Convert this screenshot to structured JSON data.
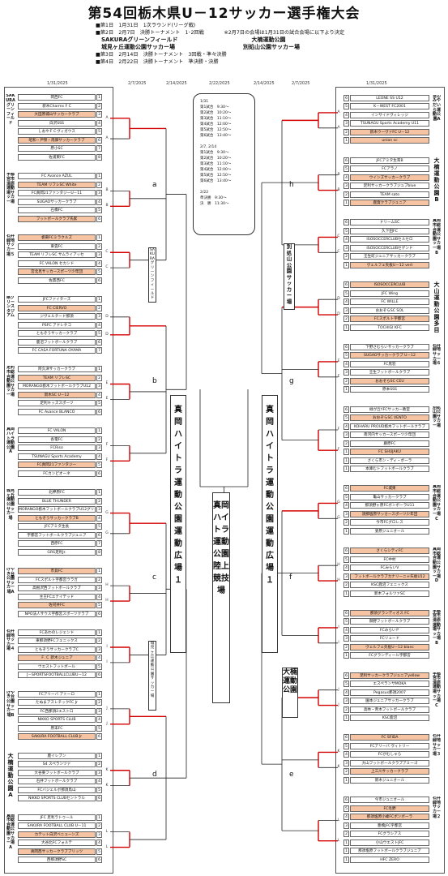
{
  "title": "第54回栃木県U－12サッカー選手権大会",
  "schedule": [
    "■第1日　1月31日　1次ラウンド(リーグ戦)",
    "■第2日　2月7日　決勝トーナメント　1･2回戦　　　　※2月7日の会場は1月31日の試合会場に以下より決定",
    "　SAKURAグリーンフィールド　　　　　　　　　　　　　大楠運動公園",
    "　城見ヶ丘運動公園サッカー場　　　　　　　　　　　　別処山公園サッカー場",
    "■第3日　2月14日　決勝トーナメント　3回戦・準々決勝",
    "■第4日　2月22日　決勝トーナメント　準決勝・決勝"
  ],
  "dates": {
    "jan31": "1/31/2025",
    "feb7": "2/7/2025",
    "feb14": "2/14/2025",
    "feb22": "2/22/2025"
  },
  "time_panel": [
    "1/31",
    "第1試合　9:30〜",
    "第2試合　10:20〜",
    "第3試合　11:10〜",
    "第4試合　12:00〜",
    "第5試合　12:50〜",
    "第6試合　13:40〜",
    "",
    "2/7, 2/14",
    "第1試合　9:30〜",
    "第2試合　10:20〜",
    "第3試合　11:10〜",
    "第4試合　12:00〜",
    "第5試合　12:50〜",
    "第6試合　13:40〜",
    "",
    "2/22",
    "準決勝　9:30〜",
    "決　勝　11:30〜"
  ],
  "big_venue": {
    "left": "真岡ハイトラ運動公園運動広場１",
    "right": "真岡ハイトラ運動公園運動広場１",
    "center": "真岡ハイトラ運動公園陸上競技場"
  },
  "mid_venues": {
    "sakura": "SAKURAグリーンフィールド",
    "shiromi": "城見ヶ丘運動公園サッカー場",
    "bessho": "別処山公園サッカー場",
    "okusu": "大楠運動公園"
  },
  "block_letters": {
    "a": "a",
    "b": "b",
    "c": "c",
    "d": "d",
    "e": "e",
    "f": "f",
    "g": "g",
    "h": "h"
  },
  "left_groups": [
    {
      "venue": "SAKURAグリーンフィールド",
      "teams": [
        {
          "name": "岡西FC",
          "no": "1",
          "hl": false
        },
        {
          "name": "新木Charms F C",
          "no": "2",
          "hl": false
        },
        {
          "name": "大田原城山サッカークラブ",
          "no": "3",
          "hl": true
        },
        {
          "name": "白沢SSS",
          "no": "4",
          "hl": false
        },
        {
          "name": "しおやＦＣヴィガウス",
          "no": "5",
          "hl": false
        },
        {
          "name": "昭和・戸祭・南摩サッカークラブ",
          "no": "6",
          "hl": true
        },
        {
          "name": "原小SC",
          "no": "7",
          "hl": false
        },
        {
          "name": "佐浦東FC",
          "no": "8",
          "hl": false
        }
      ]
    },
    {
      "venue": "宇都宮市清原運動場サッカー場",
      "teams": [
        {
          "name": "FC Avance AZUL",
          "no": "1",
          "hl": false
        },
        {
          "name": "TEAM リフレSC White",
          "no": "2",
          "hl": true
        },
        {
          "name": "FC真岡21ファンタジーU－11",
          "no": "3",
          "hl": false
        },
        {
          "name": "SUGAOサッカークラブ",
          "no": "4",
          "hl": false
        },
        {
          "name": "石橋FC",
          "no": "5",
          "hl": false
        },
        {
          "name": "フットボールクラブ氏家",
          "no": "6",
          "hl": true
        }
      ]
    },
    {
      "venue": "石井緑地サッカー場５",
      "teams": [
        {
          "name": "栃東FCミラクルズ",
          "no": "1",
          "hl": true
        },
        {
          "name": "東雲FC",
          "no": "2",
          "hl": false
        },
        {
          "name": "TEAM リフレSC サムライアッセ",
          "no": "3",
          "hl": false
        },
        {
          "name": "FC VALON セカンド",
          "no": "4",
          "hl": false
        },
        {
          "name": "宮北見サッカースポーツ少年団",
          "no": "5",
          "hl": true
        },
        {
          "name": "佐貫西FC",
          "no": "6",
          "hl": false
        }
      ]
    },
    {
      "venue": "県グリーンスタジアム",
      "teams": [
        {
          "name": "JFCファイターズ",
          "no": "1",
          "hl": false
        },
        {
          "name": "FC CIERVO",
          "no": "2",
          "hl": true
        },
        {
          "name": "ジヴェルチード那須",
          "no": "3",
          "hl": false
        },
        {
          "name": "PSFC アドレチコ",
          "no": "4",
          "hl": false
        },
        {
          "name": "ともぞうサッカークラブ",
          "no": "5",
          "hl": false
        },
        {
          "name": "鹿沼フットボールクラブ",
          "no": "6",
          "hl": false
        },
        {
          "name": "FC CASA FORTUNA OYAMA",
          "no": "7",
          "hl": false
        }
      ]
    },
    {
      "venue": "足利市総合運動公園サッカー場",
      "teams": [
        {
          "name": "阿久津サッカークラブ",
          "no": "1",
          "hl": false
        },
        {
          "name": "TEAM リフレSC",
          "no": "2",
          "hl": true
        },
        {
          "name": "MORANGO栃木フットボールクラブU12",
          "no": "3",
          "hl": false
        },
        {
          "name": "新木SC U－12",
          "no": "4",
          "hl": true
        },
        {
          "name": "足利キッズスポーツ",
          "no": "5",
          "hl": false
        },
        {
          "name": "FC Avance BLANCO",
          "no": "6",
          "hl": false
        }
      ]
    },
    {
      "venue": "真岡ハイトラ運動公園A",
      "teams": [
        {
          "name": "FC VALON",
          "no": "1",
          "hl": false
        },
        {
          "name": "各電FC",
          "no": "2",
          "hl": false
        },
        {
          "name": "FCRiso",
          "no": "3",
          "hl": false
        },
        {
          "name": "TSUNAGU Sports Academy",
          "no": "4",
          "hl": false
        },
        {
          "name": "FC真岡21ファンタジー",
          "no": "5",
          "hl": true
        },
        {
          "name": "FCカンピオーネ",
          "no": "6",
          "hl": false
        }
      ]
    },
    {
      "venue": "城見ヶ丘運動公園サッカー場",
      "teams": [
        {
          "name": "北押原FC",
          "no": "1",
          "hl": false
        },
        {
          "name": "BLUE THUNDER",
          "no": "2",
          "hl": false
        },
        {
          "name": "MORANGO栃木フットボールクラブU12グリーン",
          "no": "3",
          "hl": false
        },
        {
          "name": "ともぞうサッカークラブB",
          "no": "4",
          "hl": true
        },
        {
          "name": "JFCアミタ生長",
          "no": "5",
          "hl": false
        },
        {
          "name": "宇都宮フットボールクラブジュニア",
          "no": "6",
          "hl": false
        },
        {
          "name": "西原FC",
          "no": "7",
          "hl": false
        },
        {
          "name": "GRS足利Jr.",
          "no": "8",
          "hl": false
        }
      ]
    },
    {
      "venue": "けやき台公園サッカー場A",
      "teams": [
        {
          "name": "市貝FC",
          "no": "1",
          "hl": true
        },
        {
          "name": "FCスポルト宇都宮ウラガ",
          "no": "2",
          "hl": false
        },
        {
          "name": "高根沢西フットボールクラブ",
          "no": "3",
          "hl": false
        },
        {
          "name": "主王FCエナイテッド",
          "no": "4",
          "hl": false
        },
        {
          "name": "佐司井FC",
          "no": "5",
          "hl": true
        },
        {
          "name": "NPO法人サウス宇都宮スポーツクラブ",
          "no": "6",
          "hl": false
        }
      ]
    },
    {
      "venue": "石井緑地サッカー場４",
      "teams": [
        {
          "name": "FCあわのレジェンド",
          "no": "1",
          "hl": false
        },
        {
          "name": "東那須野FCフェニックス",
          "no": "2",
          "hl": false
        },
        {
          "name": "ともぞうサッカークラブC",
          "no": "3",
          "hl": false
        },
        {
          "name": "Ｆ.Ｃ 新木ジュニア",
          "no": "4",
          "hl": true
        },
        {
          "name": "ウエストフットボール",
          "no": "5",
          "hl": false
        },
        {
          "name": "J－SPORTSFOOTBALLCLUBU－12",
          "no": "6",
          "hl": false
        }
      ]
    },
    {
      "venue": "けやき台公園サッカー場B",
      "teams": [
        {
          "name": "FCアリーバ アトーロ",
          "no": "1",
          "hl": false
        },
        {
          "name": "たぬまアスレチックFC Jr",
          "no": "2",
          "hl": false
        },
        {
          "name": "FC西那須2エストロ",
          "no": "3",
          "hl": false
        },
        {
          "name": "NIKKO SPORTS CLUB",
          "no": "4",
          "hl": false
        },
        {
          "name": "原末FC",
          "no": "5",
          "hl": false
        },
        {
          "name": "SAKURA FOOTBALL CLUB Jr",
          "no": "6",
          "hl": true
        }
      ]
    },
    {
      "venue": "大楠運動公園A",
      "teams": [
        {
          "name": "鹿イレブン",
          "no": "1",
          "hl": false
        },
        {
          "name": "S4 スペランツァ",
          "no": "2",
          "hl": false
        },
        {
          "name": "大谷東フットボールクラブ",
          "no": "3",
          "hl": false
        },
        {
          "name": "石井フットボールクラブ",
          "no": "4",
          "hl": false
        },
        {
          "name": "FCバジェルボ那須鳥山",
          "no": "5",
          "hl": false
        },
        {
          "name": "NIKKO SPORTS CLUBセントラル",
          "no": "6",
          "hl": false
        }
      ]
    },
    {
      "venue": "真岡市総合運動公園サッカー場A",
      "teams": [
        {
          "name": "JFC 足利ラトゥール",
          "no": "1",
          "hl": false
        },
        {
          "name": "SAKURA FOOTBALL CLUB U－11",
          "no": "2",
          "hl": false
        },
        {
          "name": "カテット白沢ベニューンズ",
          "no": "3",
          "hl": true
        },
        {
          "name": "大谷北FCフォルテ",
          "no": "4",
          "hl": false
        },
        {
          "name": "真岡西サッカークラブブリッツ",
          "no": "5",
          "hl": true
        },
        {
          "name": "西那須野SC",
          "no": "6",
          "hl": false
        }
      ]
    }
  ],
  "right_groups": [
    {
      "venue": "宮のみやだいら運動公園A",
      "teams": [
        {
          "name": "LEONE SS U12",
          "no": "6",
          "hl": false
        },
        {
          "name": "K－WEST FC2001",
          "no": "5",
          "hl": false
        },
        {
          "name": "インサイドヴィレッジ",
          "no": "4",
          "hl": false
        },
        {
          "name": "TSUNAGU Sports Academy U11",
          "no": "3",
          "hl": false
        },
        {
          "name": "新木ウーヴァFC U－12",
          "no": "2",
          "hl": true
        },
        {
          "name": "union sc",
          "no": "1",
          "hl": true
        }
      ]
    },
    {
      "venue": "大楠運動公園B",
      "teams": [
        {
          "name": "JFCアミタ生育B",
          "no": "6",
          "hl": false
        },
        {
          "name": "FCアラノ",
          "no": "5",
          "hl": false
        },
        {
          "name": "ウインズサッカークラブ",
          "no": "4",
          "hl": true
        },
        {
          "name": "足利サッカークラブジュブblue",
          "no": "3",
          "hl": false
        },
        {
          "name": "TEAM sato",
          "no": "2",
          "hl": false
        },
        {
          "name": "鹿賀クラブジュニア",
          "no": "1",
          "hl": true
        }
      ]
    },
    {
      "venue": "真岡市総合運動公園サッカー場B",
      "teams": [
        {
          "name": "ドリームSC",
          "no": "6",
          "hl": false
        },
        {
          "name": "久下田FC",
          "no": "5",
          "hl": false
        },
        {
          "name": "ISOSOCCERCLUBセルセロ",
          "no": "4",
          "hl": false
        },
        {
          "name": "ISOSOCCERCLUBセゲンド",
          "no": "3",
          "hl": false
        },
        {
          "name": "壬生町ジュニアサッカークラブ",
          "no": "2",
          "hl": false
        },
        {
          "name": "ヴェルフェ矢板U－12 vert",
          "no": "1",
          "hl": true
        }
      ]
    },
    {
      "venue": "大山運動公園多目的",
      "teams": [
        {
          "name": "ISOSOCCERCLUB",
          "no": "6",
          "hl": true
        },
        {
          "name": "JFC Wing",
          "no": "5",
          "hl": false
        },
        {
          "name": "FC WILLE",
          "no": "4",
          "hl": false
        },
        {
          "name": "おおぞらSC SOL",
          "no": "3",
          "hl": false
        },
        {
          "name": "FCスポルト宇都宮",
          "no": "2",
          "hl": true
        },
        {
          "name": "TOCHIGI KFC",
          "no": "1",
          "hl": false
        }
      ]
    },
    {
      "venue": "石井緑地サッカー場６",
      "teams": [
        {
          "name": "下野さむらいサッカークラブ",
          "no": "6",
          "hl": false
        },
        {
          "name": "SUGAOサッカークラブ U－12",
          "no": "5",
          "hl": true
        },
        {
          "name": "FC黒羽",
          "no": "4",
          "hl": false
        },
        {
          "name": "壬生フットボールクラブ",
          "no": "3",
          "hl": false
        },
        {
          "name": "おおぞらSC CEU",
          "no": "2",
          "hl": true
        },
        {
          "name": "原本SSS",
          "no": "1",
          "hl": false
        }
      ]
    },
    {
      "venue": "別処山公園サッカー場",
      "teams": [
        {
          "name": "緑が丘YFCサッカー教室",
          "no": "6",
          "hl": false
        },
        {
          "name": "おおぞらSC VENTO",
          "no": "5",
          "hl": true
        },
        {
          "name": "KOHARU PROUD栃木フットボールクラブ",
          "no": "4",
          "hl": false
        },
        {
          "name": "南河内サッカースポーツ少年団",
          "no": "3",
          "hl": false
        },
        {
          "name": "藤原FC",
          "no": "2",
          "hl": false
        },
        {
          "name": "FC SHUJAKU",
          "no": "1",
          "hl": true
        },
        {
          "name": "さくら市ン・ディ・ボーラ",
          "no": "1",
          "hl": false
        },
        {
          "name": "本庫むトフットボールクラブ",
          "no": "1",
          "hl": false
        }
      ]
    },
    {
      "venue": "真岡市総合運動公園サッカー場C",
      "teams": [
        {
          "name": "FC城東",
          "no": "6",
          "hl": true
        },
        {
          "name": "亀山サッカークラブ",
          "no": "5",
          "hl": false
        },
        {
          "name": "那須野ヶ原FCボンボーラU11",
          "no": "4",
          "hl": false
        },
        {
          "name": "須那塩原サッカースポーツ少年団",
          "no": "3",
          "hl": true
        },
        {
          "name": "今市FCグロレス",
          "no": "2",
          "hl": false
        },
        {
          "name": "姿原ジュニオール",
          "no": "1",
          "hl": false
        }
      ]
    },
    {
      "venue": "真岡市総合運動公園サッカー場D",
      "teams": [
        {
          "name": "さくらシティFC",
          "no": "6",
          "hl": true
        },
        {
          "name": "FC中村",
          "no": "5",
          "hl": false
        },
        {
          "name": "FCみらいV",
          "no": "4",
          "hl": false
        },
        {
          "name": "フットボールクラブカナリーニャ矢板U12",
          "no": "3",
          "hl": true
        },
        {
          "name": "KSC鹿沼フェニックス",
          "no": "2",
          "hl": false
        },
        {
          "name": "新木フォルツァSC",
          "no": "1",
          "hl": false
        }
      ]
    },
    {
      "venue": "宇都宮市清原運動場サッカー場B",
      "teams": [
        {
          "name": "那須グランディオス FC",
          "no": "6",
          "hl": true
        },
        {
          "name": "御野フットボールクラブ",
          "no": "5",
          "hl": false
        },
        {
          "name": "FCみらいＰ",
          "no": "4",
          "hl": false
        },
        {
          "name": "FCリュード",
          "no": "3",
          "hl": false
        },
        {
          "name": "ヴェルフェ矢板U－12 blanc",
          "no": "2",
          "hl": true
        },
        {
          "name": "FCグランディール宇都宮",
          "no": "1",
          "hl": false
        }
      ]
    },
    {
      "venue": "宇都宮市清原運動場サッカー場C",
      "teams": [
        {
          "name": "足利サッカークラブジュニアyellow",
          "no": "6",
          "hl": true
        },
        {
          "name": "エスペランサMOKA",
          "no": "5",
          "hl": false
        },
        {
          "name": "Pegasus那須2007",
          "no": "4",
          "hl": false
        },
        {
          "name": "園本ジュニアサッカークラブ",
          "no": "3",
          "hl": false
        },
        {
          "name": "高林・青木フットボールクラブ",
          "no": "2",
          "hl": false
        },
        {
          "name": "KSC鹿沼",
          "no": "1",
          "hl": false
        }
      ]
    },
    {
      "venue": "石井緑地サッカー場３",
      "teams": [
        {
          "name": "FC SFIDA",
          "no": "6",
          "hl": true
        },
        {
          "name": "FCアリーバ ヴィトリー",
          "no": "5",
          "hl": false
        },
        {
          "name": "FCがむしゃら",
          "no": "4",
          "hl": false
        },
        {
          "name": "大山フットボールクラブアミーゴ",
          "no": "3",
          "hl": false
        },
        {
          "name": "上三川サッカークラブ",
          "no": "2",
          "hl": true
        },
        {
          "name": "新木ジュニオール",
          "no": "1",
          "hl": false
        }
      ]
    },
    {
      "venue": "石井緑地サッカー場２",
      "teams": [
        {
          "name": "今市ジュニオール",
          "no": "6",
          "hl": false
        },
        {
          "name": "FC毛野",
          "no": "5",
          "hl": true
        },
        {
          "name": "那須塩原小峰FCボンボーラ",
          "no": "4",
          "hl": true
        },
        {
          "name": "豊橋JFC宇都宮",
          "no": "3",
          "hl": false
        },
        {
          "name": "FCグラシアス",
          "no": "2",
          "hl": false
        },
        {
          "name": "小山ウエストJFC",
          "no": "1",
          "hl": false
        },
        {
          "name": "那須塩原フットボールクラブジュニア",
          "no": "1",
          "hl": false
        },
        {
          "name": "HFC ZERO",
          "no": "1",
          "hl": false
        }
      ]
    }
  ],
  "colors": {
    "line": "#222222",
    "advance": "#d40000",
    "highlight": "#f6c3a3"
  }
}
